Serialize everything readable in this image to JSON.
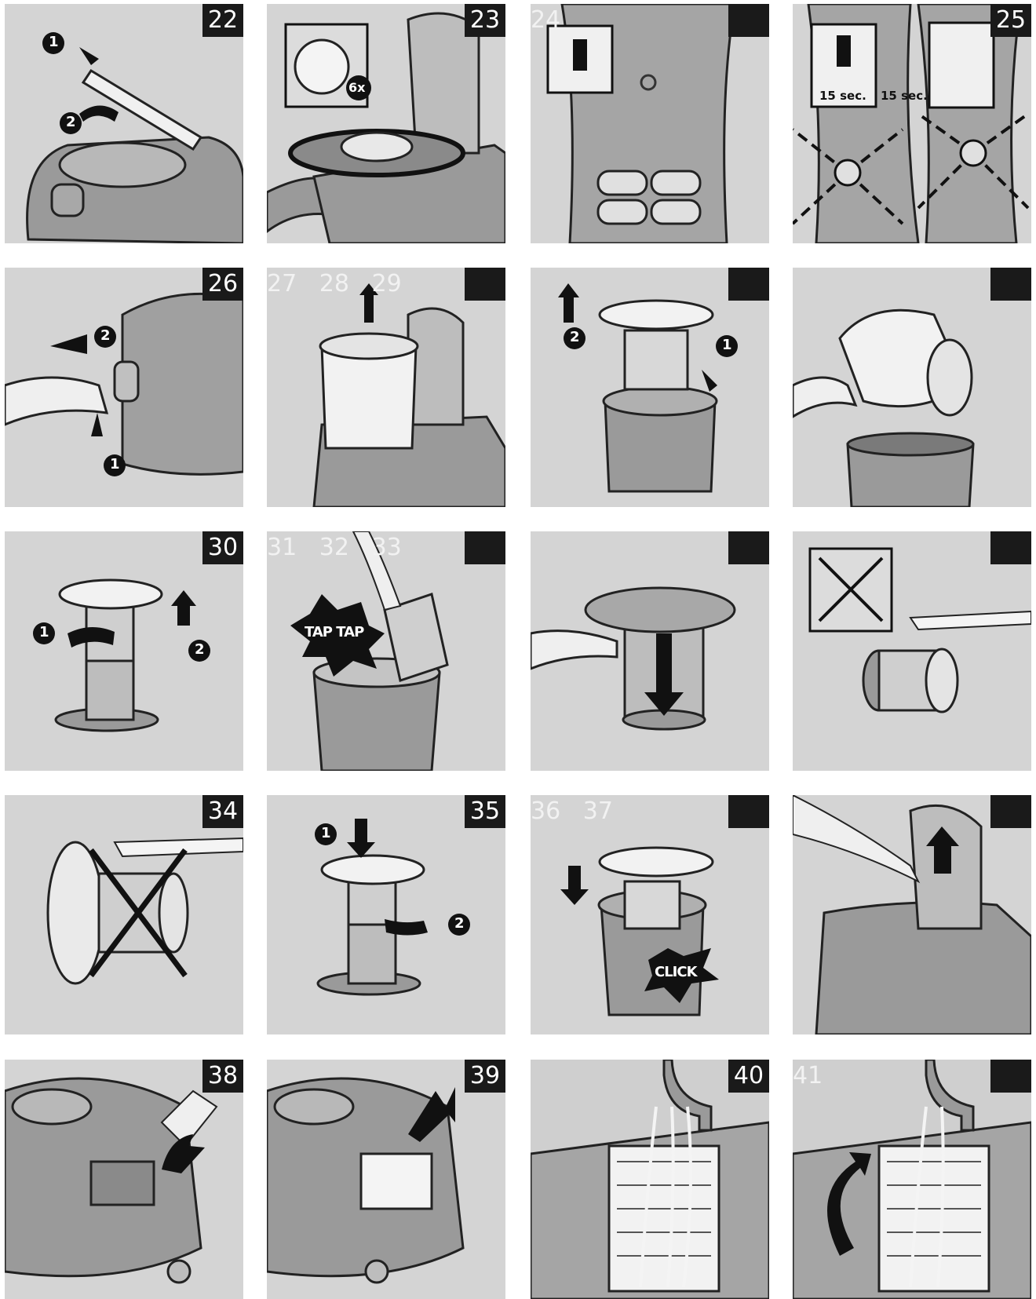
{
  "panels": [
    {
      "number": "22",
      "dark_badge_text": true
    },
    {
      "number": "23",
      "badge_text": "6x"
    },
    {
      "ghost_number": "24"
    },
    {
      "number": "25",
      "timer_left": "15 sec.",
      "timer_right": "15 sec."
    },
    {
      "number": "26"
    },
    {
      "ghost_numbers": [
        "27",
        "28",
        "29"
      ]
    },
    {
      "number": ""
    },
    {
      "number": ""
    },
    {
      "number": "30"
    },
    {
      "ghost_numbers": [
        "31",
        "32",
        "33"
      ],
      "callout": "TAP TAP"
    },
    {
      "number": ""
    },
    {
      "number": ""
    },
    {
      "number": "34"
    },
    {
      "number": "35"
    },
    {
      "ghost_numbers": [
        "36",
        "37"
      ],
      "callout": "CLICK"
    },
    {
      "number": ""
    },
    {
      "number": "38"
    },
    {
      "number": "39"
    },
    {
      "number": "40"
    },
    {
      "ghost_number": "41"
    }
  ],
  "step_markers": [
    "1",
    "2"
  ],
  "colors": {
    "panel_bg": "#d4d4d4",
    "badge_bg": "#1a1a1a",
    "device": "#9a9a9a",
    "arrow": "#111111"
  }
}
